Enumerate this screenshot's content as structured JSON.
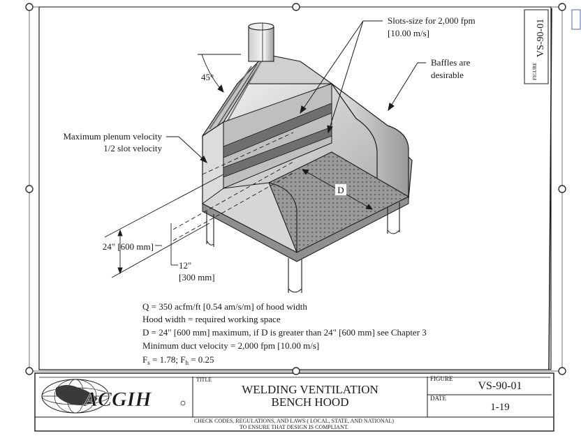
{
  "callouts": {
    "slots": [
      "Slots-size for 2,000 fpm",
      "[10.00 m/s]"
    ],
    "baffles": [
      "Baffles are",
      "desirable"
    ],
    "plenum": [
      "Maximum plenum velocity",
      "1/2 slot velocity"
    ],
    "angle": "45°",
    "depth": "D",
    "height": "24\" [600 mm]",
    "slot_height": [
      "12\"",
      "[300 mm]"
    ]
  },
  "notes": [
    "Q = 350 acfm/ft [0.54 am/s/m] of hood width",
    "Hood width = required working space",
    "D = 24\" [600 mm] maximum, if D is greater than 24\" [600 mm] see Chapter 3",
    "Minimum duct velocity = 2,000 fpm [10.00 m/s]"
  ],
  "factors": {
    "fs_symbol": "F",
    "fs_sub": "s",
    "fs_value": " = 1.78;  ",
    "fh_symbol": "F",
    "fh_sub": "h",
    "fh_value": " = 0.25"
  },
  "side_tab": {
    "figure_label": "FIGURE",
    "figure_number": "VS-90-01"
  },
  "title_block": {
    "logo_text": "ACGIH",
    "title_label": "TITLE",
    "title_line1": "WELDING VENTILATION",
    "title_line2": "BENCH HOOD",
    "figure_label": "FIGURE",
    "figure_number": "VS-90-01",
    "date_label": "DATE",
    "date_value": "1-19",
    "footer_line1": "CHECK CODES, REGULATIONS, AND LAWS ( LOCAL, STATE, AND NATIONAL)",
    "footer_line2": "TO ENSURE THAT  DESIGN IS COMPLIANT."
  },
  "colors": {
    "line": "#1a1a1a",
    "shade_dark": "#8c8c8c",
    "shade_mid": "#bdbdbd",
    "shade_light": "#e4e4e4",
    "handle": "#2b2b2b"
  }
}
